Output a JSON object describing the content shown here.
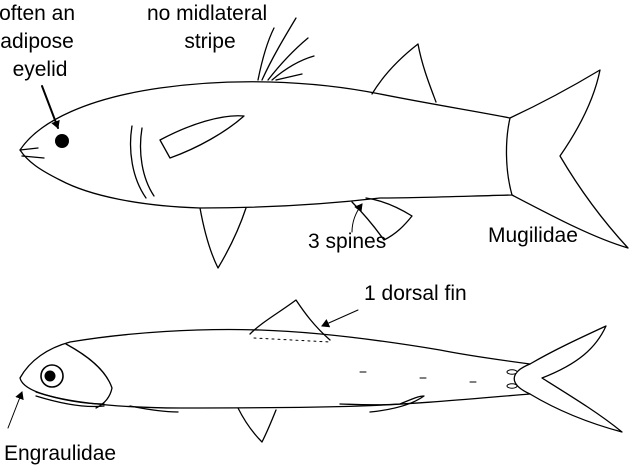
{
  "labels": {
    "adipose_eyelid": [
      "often an",
      "adipose",
      "eyelid"
    ],
    "midlateral_stripe": [
      "no midlateral",
      "stripe"
    ],
    "spines": "3 spines",
    "mugilidae": "Mugilidae",
    "dorsal_fin": "1 dorsal fin",
    "engraulidae": "Engraulidae"
  }
}
